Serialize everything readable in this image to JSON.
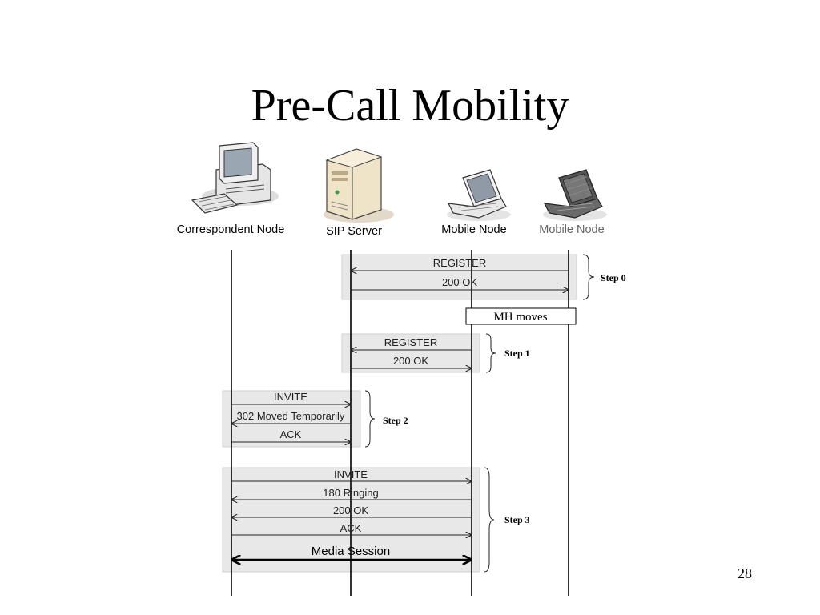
{
  "title": "Pre-Call Mobility",
  "page_number": "28",
  "nodes": {
    "correspondent": "Correspondent Node",
    "sip_server": "SIP Server",
    "mobile_new": "Mobile Node",
    "mobile_old": "Mobile Node"
  },
  "icons": {
    "correspondent": "desktop-computer-icon",
    "sip_server": "server-tower-icon",
    "mobile_new": "laptop-icon",
    "mobile_old": "laptop-dark-icon"
  },
  "steps": {
    "step0": {
      "label": "Step 0",
      "msg1": "REGISTER",
      "msg2": "200 OK"
    },
    "mh_moves": "MH moves",
    "step1": {
      "label": "Step 1",
      "msg1": "REGISTER",
      "msg2": "200 OK"
    },
    "step2": {
      "label": "Step 2",
      "msg1": "INVITE",
      "msg2": "302 Moved Temporarily",
      "msg3": "ACK"
    },
    "step3": {
      "label": "Step 3",
      "msg1": "INVITE",
      "msg2": "180 Ringing",
      "msg3": "200 OK",
      "msg4": "ACK",
      "session": "Media Session"
    }
  }
}
